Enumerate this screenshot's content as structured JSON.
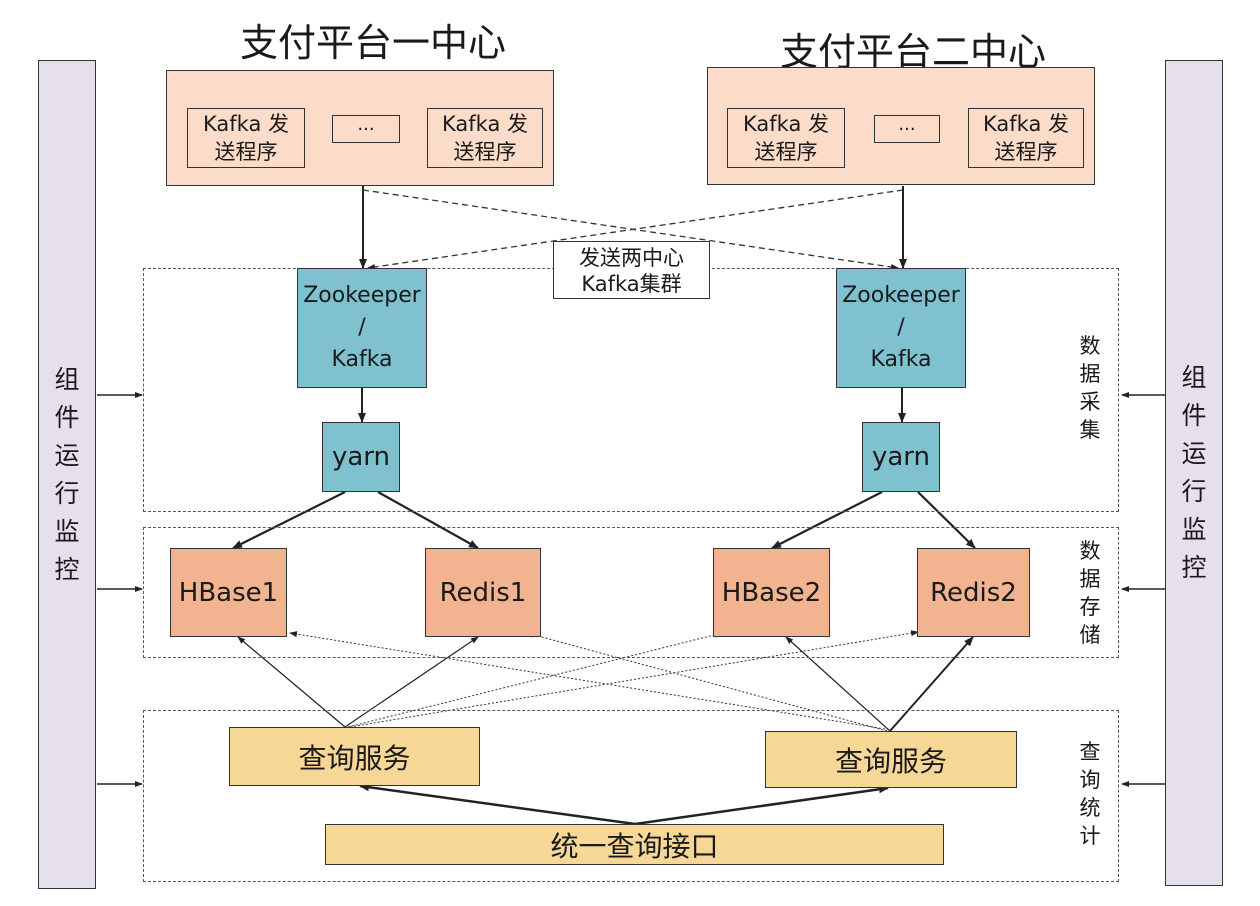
{
  "centers": [
    {
      "title": "支付平台一中心",
      "senders": [
        "Kafka 发\n送程序",
        "Kafka 发\n送程序"
      ],
      "ellipsis": "···",
      "zk_kafka": "Zookeeper\n/\nKafka",
      "yarn": "yarn",
      "hbase": "HBase1",
      "redis": "Redis1",
      "query_service": "查询服务"
    },
    {
      "title": "支付平台二中心",
      "senders": [
        "Kafka 发\n送程序",
        "Kafka 发\n送程序"
      ],
      "ellipsis": "···",
      "zk_kafka": "Zookeeper\n/\nKafka",
      "yarn": "yarn",
      "hbase": "HBase2",
      "redis": "Redis2",
      "query_service": "查询服务"
    }
  ],
  "callout": "发送两中心\nKafka集群",
  "unified_query": "统一查询接口",
  "sections": {
    "collection": "数\n据\n采\n集",
    "storage": "数\n据\n存\n储",
    "query": "查\n询\n统\n计"
  },
  "monitor": {
    "left": "组\n件\n运\n行\n监\n控",
    "right": "组\n件\n运\n行\n监\n控"
  },
  "colors": {
    "center_fill": "#fadcc9",
    "kafka_fill": "#7fc1cf",
    "store_fill": "#f1b390",
    "query_fill": "#f6d795",
    "monitor_fill": "#e6e0ed"
  }
}
